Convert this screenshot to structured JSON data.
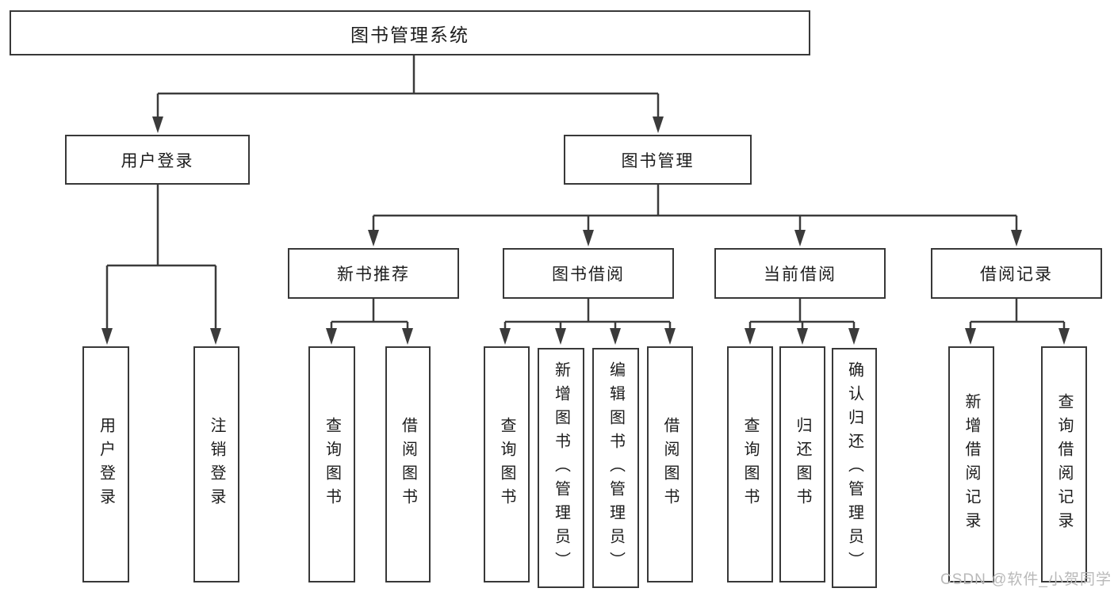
{
  "diagram_type": "hierarchy-tree",
  "colors": {
    "line": "#3b3b3b",
    "box_border": "#383838",
    "box_fill": "#ffffff",
    "text": "#1c1c1c",
    "watermark": "#b9b9b9",
    "background": "#ffffff"
  },
  "tree": {
    "label": "图书管理系统",
    "children": [
      {
        "label": "用户登录",
        "children": [
          {
            "label": "用户登录"
          },
          {
            "label": "注销登录"
          }
        ]
      },
      {
        "label": "图书管理",
        "children": [
          {
            "label": "新书推荐",
            "children": [
              {
                "label": "查询图书"
              },
              {
                "label": "借阅图书"
              }
            ]
          },
          {
            "label": "图书借阅",
            "children": [
              {
                "label": "查询图书"
              },
              {
                "label": "新增图书（管理员）"
              },
              {
                "label": "编辑图书（管理员）"
              },
              {
                "label": "借阅图书"
              }
            ]
          },
          {
            "label": "当前借阅",
            "children": [
              {
                "label": "查询图书"
              },
              {
                "label": "归还图书"
              },
              {
                "label": "确认归还（管理员）"
              }
            ]
          },
          {
            "label": "借阅记录",
            "children": [
              {
                "label": "新增借阅记录"
              },
              {
                "label": "查询借阅记录"
              }
            ]
          }
        ]
      }
    ]
  },
  "watermark": "CSDN @软件_小贺同学"
}
